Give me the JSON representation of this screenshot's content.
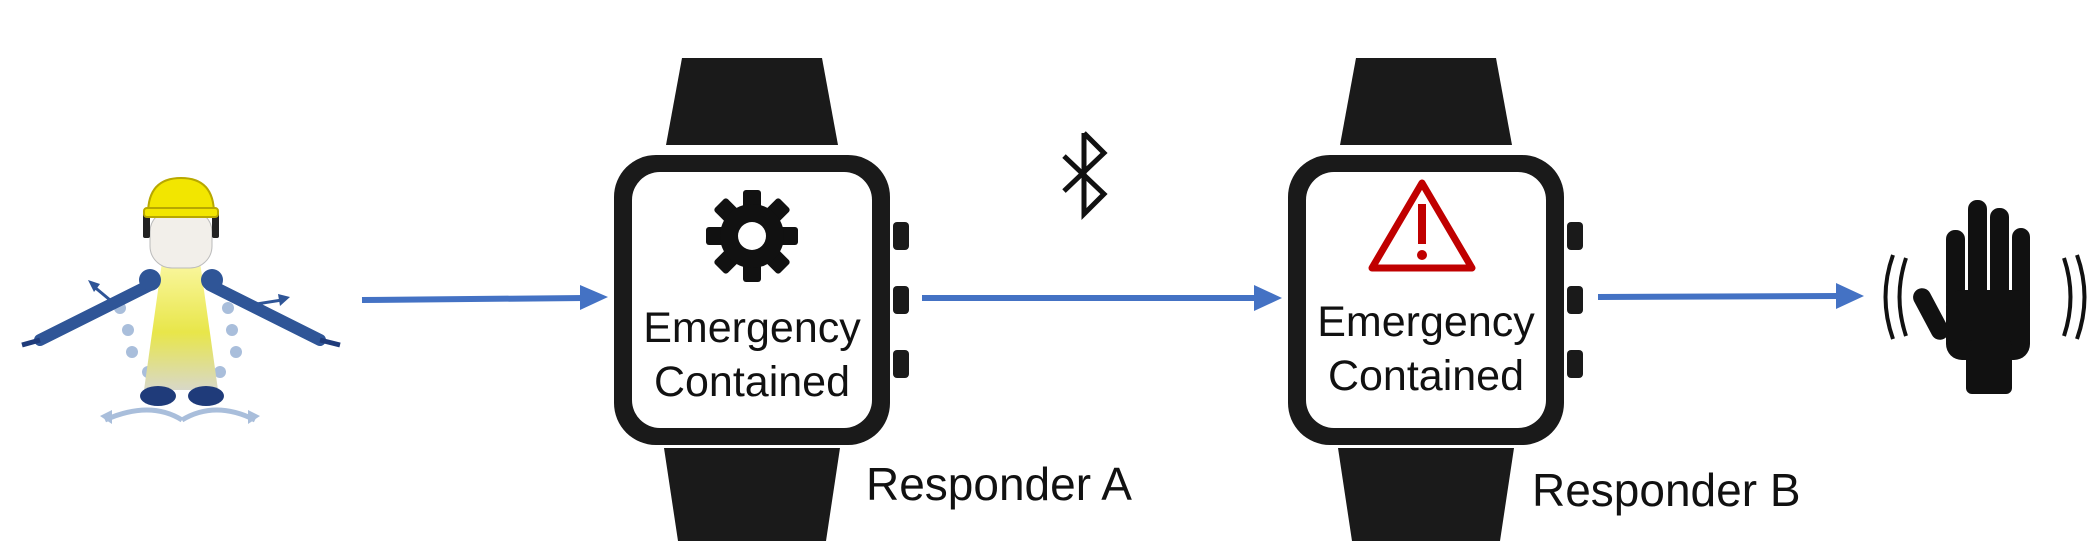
{
  "colors": {
    "arrow": "#4472C4",
    "watch": "#1A1A1A",
    "warning": "#C00000",
    "helmet": "#F2E600",
    "vest": "#E6E64D",
    "limbs": "#2F5597"
  },
  "icons": {
    "worker": "worker-figure-icon",
    "gear": "gear-icon",
    "warning": "warning-triangle-icon",
    "bluetooth": "bluetooth-icon",
    "haptic": "vibrating-hand-icon"
  },
  "watch_a": {
    "screen_line1": "Emergency",
    "screen_line2": "Contained",
    "caption": "Responder A"
  },
  "watch_b": {
    "screen_line1": "Emergency",
    "screen_line2": "Contained",
    "caption": "Responder B"
  }
}
